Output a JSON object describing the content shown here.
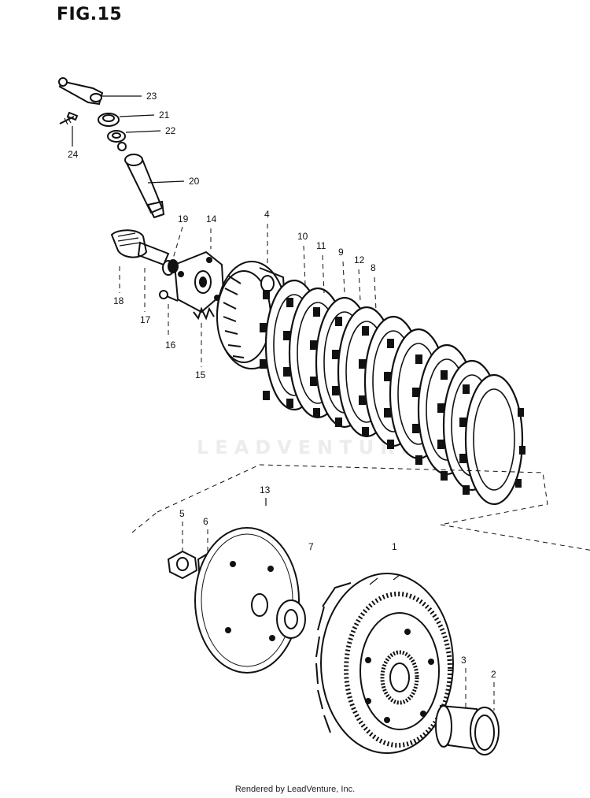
{
  "figure": {
    "title": "FIG.15"
  },
  "watermark": "LEADVENTURE",
  "footer": {
    "text": "Rendered by LeadVenture, Inc."
  },
  "callouts": [
    {
      "id": "23",
      "label": "23"
    },
    {
      "id": "21",
      "label": "21"
    },
    {
      "id": "22",
      "label": "22"
    },
    {
      "id": "24",
      "label": "24"
    },
    {
      "id": "20",
      "label": "20"
    },
    {
      "id": "19",
      "label": "19"
    },
    {
      "id": "14",
      "label": "14"
    },
    {
      "id": "4",
      "label": "4"
    },
    {
      "id": "10",
      "label": "10"
    },
    {
      "id": "11",
      "label": "11"
    },
    {
      "id": "9",
      "label": "9"
    },
    {
      "id": "12",
      "label": "12"
    },
    {
      "id": "8",
      "label": "8"
    },
    {
      "id": "18",
      "label": "18"
    },
    {
      "id": "17",
      "label": "17"
    },
    {
      "id": "16",
      "label": "16"
    },
    {
      "id": "15",
      "label": "15"
    },
    {
      "id": "13",
      "label": "13"
    },
    {
      "id": "5",
      "label": "5"
    },
    {
      "id": "6",
      "label": "6"
    },
    {
      "id": "7",
      "label": "7"
    },
    {
      "id": "1",
      "label": "1"
    },
    {
      "id": "3",
      "label": "3"
    },
    {
      "id": "2",
      "label": "2"
    }
  ]
}
